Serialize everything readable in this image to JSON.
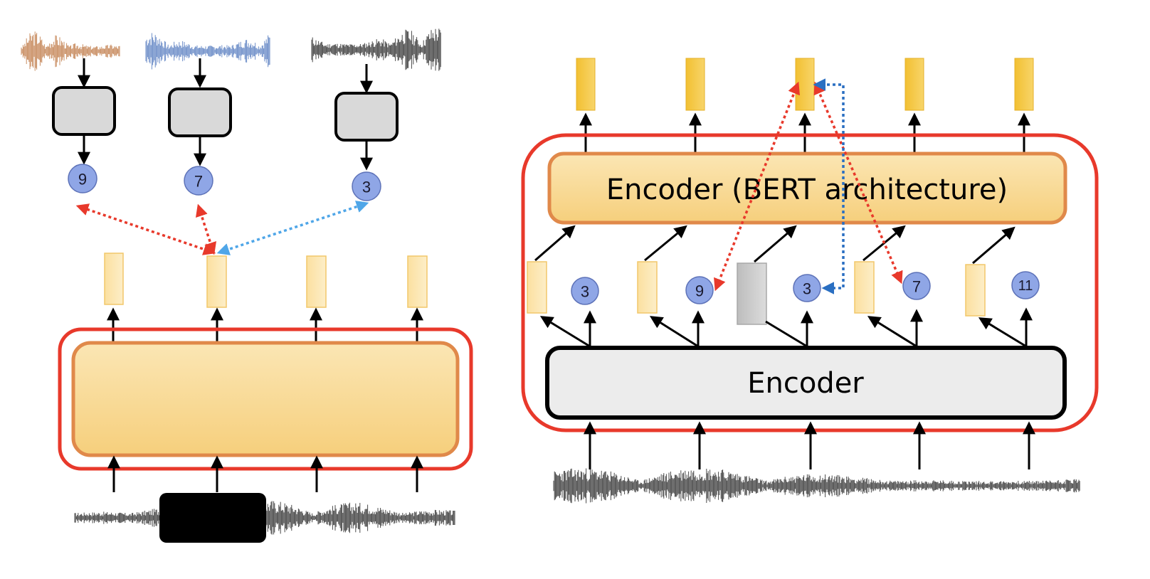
{
  "left_panel": {
    "waveform_colors": [
      "#c98e62",
      "#6f8fc9",
      "#4a4a4a"
    ],
    "cluster_ids": [
      "9",
      "7",
      "3"
    ]
  },
  "right_panel": {
    "transformer_label": "Encoder (BERT architecture)",
    "feature_encoder_label": "Encoder",
    "cluster_ids": [
      "3",
      "9",
      "3",
      "7",
      "11"
    ]
  },
  "colors": {
    "frame_red": "#e8392b",
    "encoder_orange_fill": "#f8d890",
    "encoder_orange_border": "#e0894a",
    "token_yellow": "#f6c94a",
    "feature_yellow": "#fbe3a8",
    "cluster_blue": "#8fa6e6",
    "arrow_red": "#e8392b",
    "arrow_blue": "#4fa6e8",
    "arrow_darkblue": "#2a6fc2",
    "mask_gray": "#c8c8c8",
    "encoder_gray": "#ececec"
  }
}
